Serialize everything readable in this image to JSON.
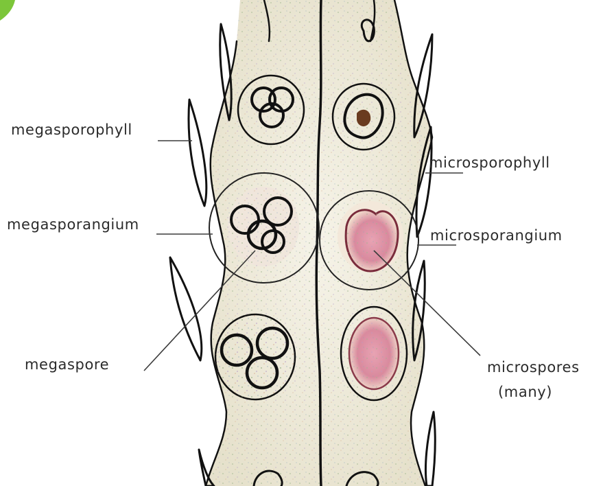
{
  "labels": {
    "megasporophyll": "megasporophyll",
    "megasporangium": "megasporangium",
    "megaspore": "megaspore",
    "microsporophyll": "microsporophyll",
    "microsporangium": "microsporangium",
    "microspores": "microspores",
    "microspores_note": "(many)"
  },
  "colors": {
    "ink": "#111111",
    "label_text": "#2b2b2b",
    "leader_line": "#3a3a3a",
    "tissue_wash": "#e8e4d2",
    "microsporangium_fill": "#d98a9e",
    "corner_tab": "#7cc63a"
  },
  "icons": {
    "corner": "green-corner-tab"
  }
}
